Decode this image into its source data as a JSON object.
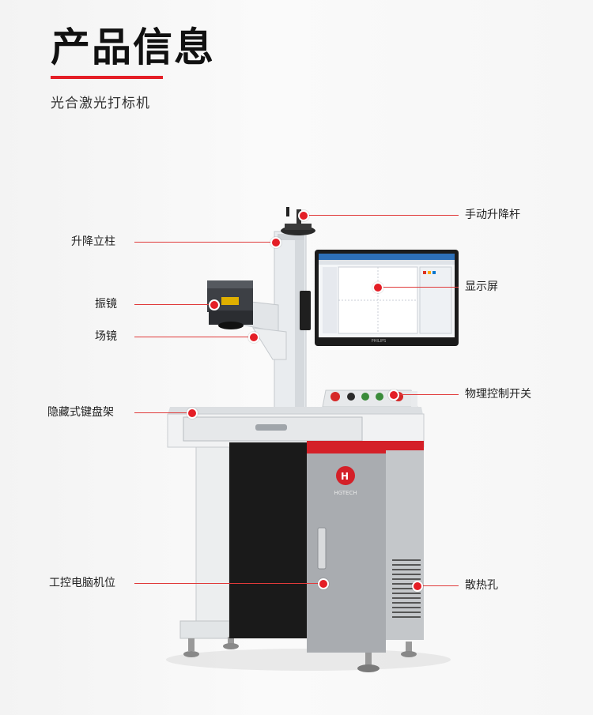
{
  "header": {
    "title": "产品信息",
    "subtitle": "光合激光打标机"
  },
  "callouts": {
    "manual_lift_rod": "手动升降杆",
    "lift_column": "升降立柱",
    "display_screen": "显示屏",
    "galvo": "振镜",
    "field_lens": "场镜",
    "physical_switch": "物理控制开关",
    "keyboard_tray": "隐藏式键盘架",
    "pc_bay": "工控电脑机位",
    "vents": "散热孔"
  },
  "machine": {
    "brand": "HGTECH",
    "monitor_brand": "PHILIPS"
  },
  "colors": {
    "accent": "#e41e26"
  }
}
